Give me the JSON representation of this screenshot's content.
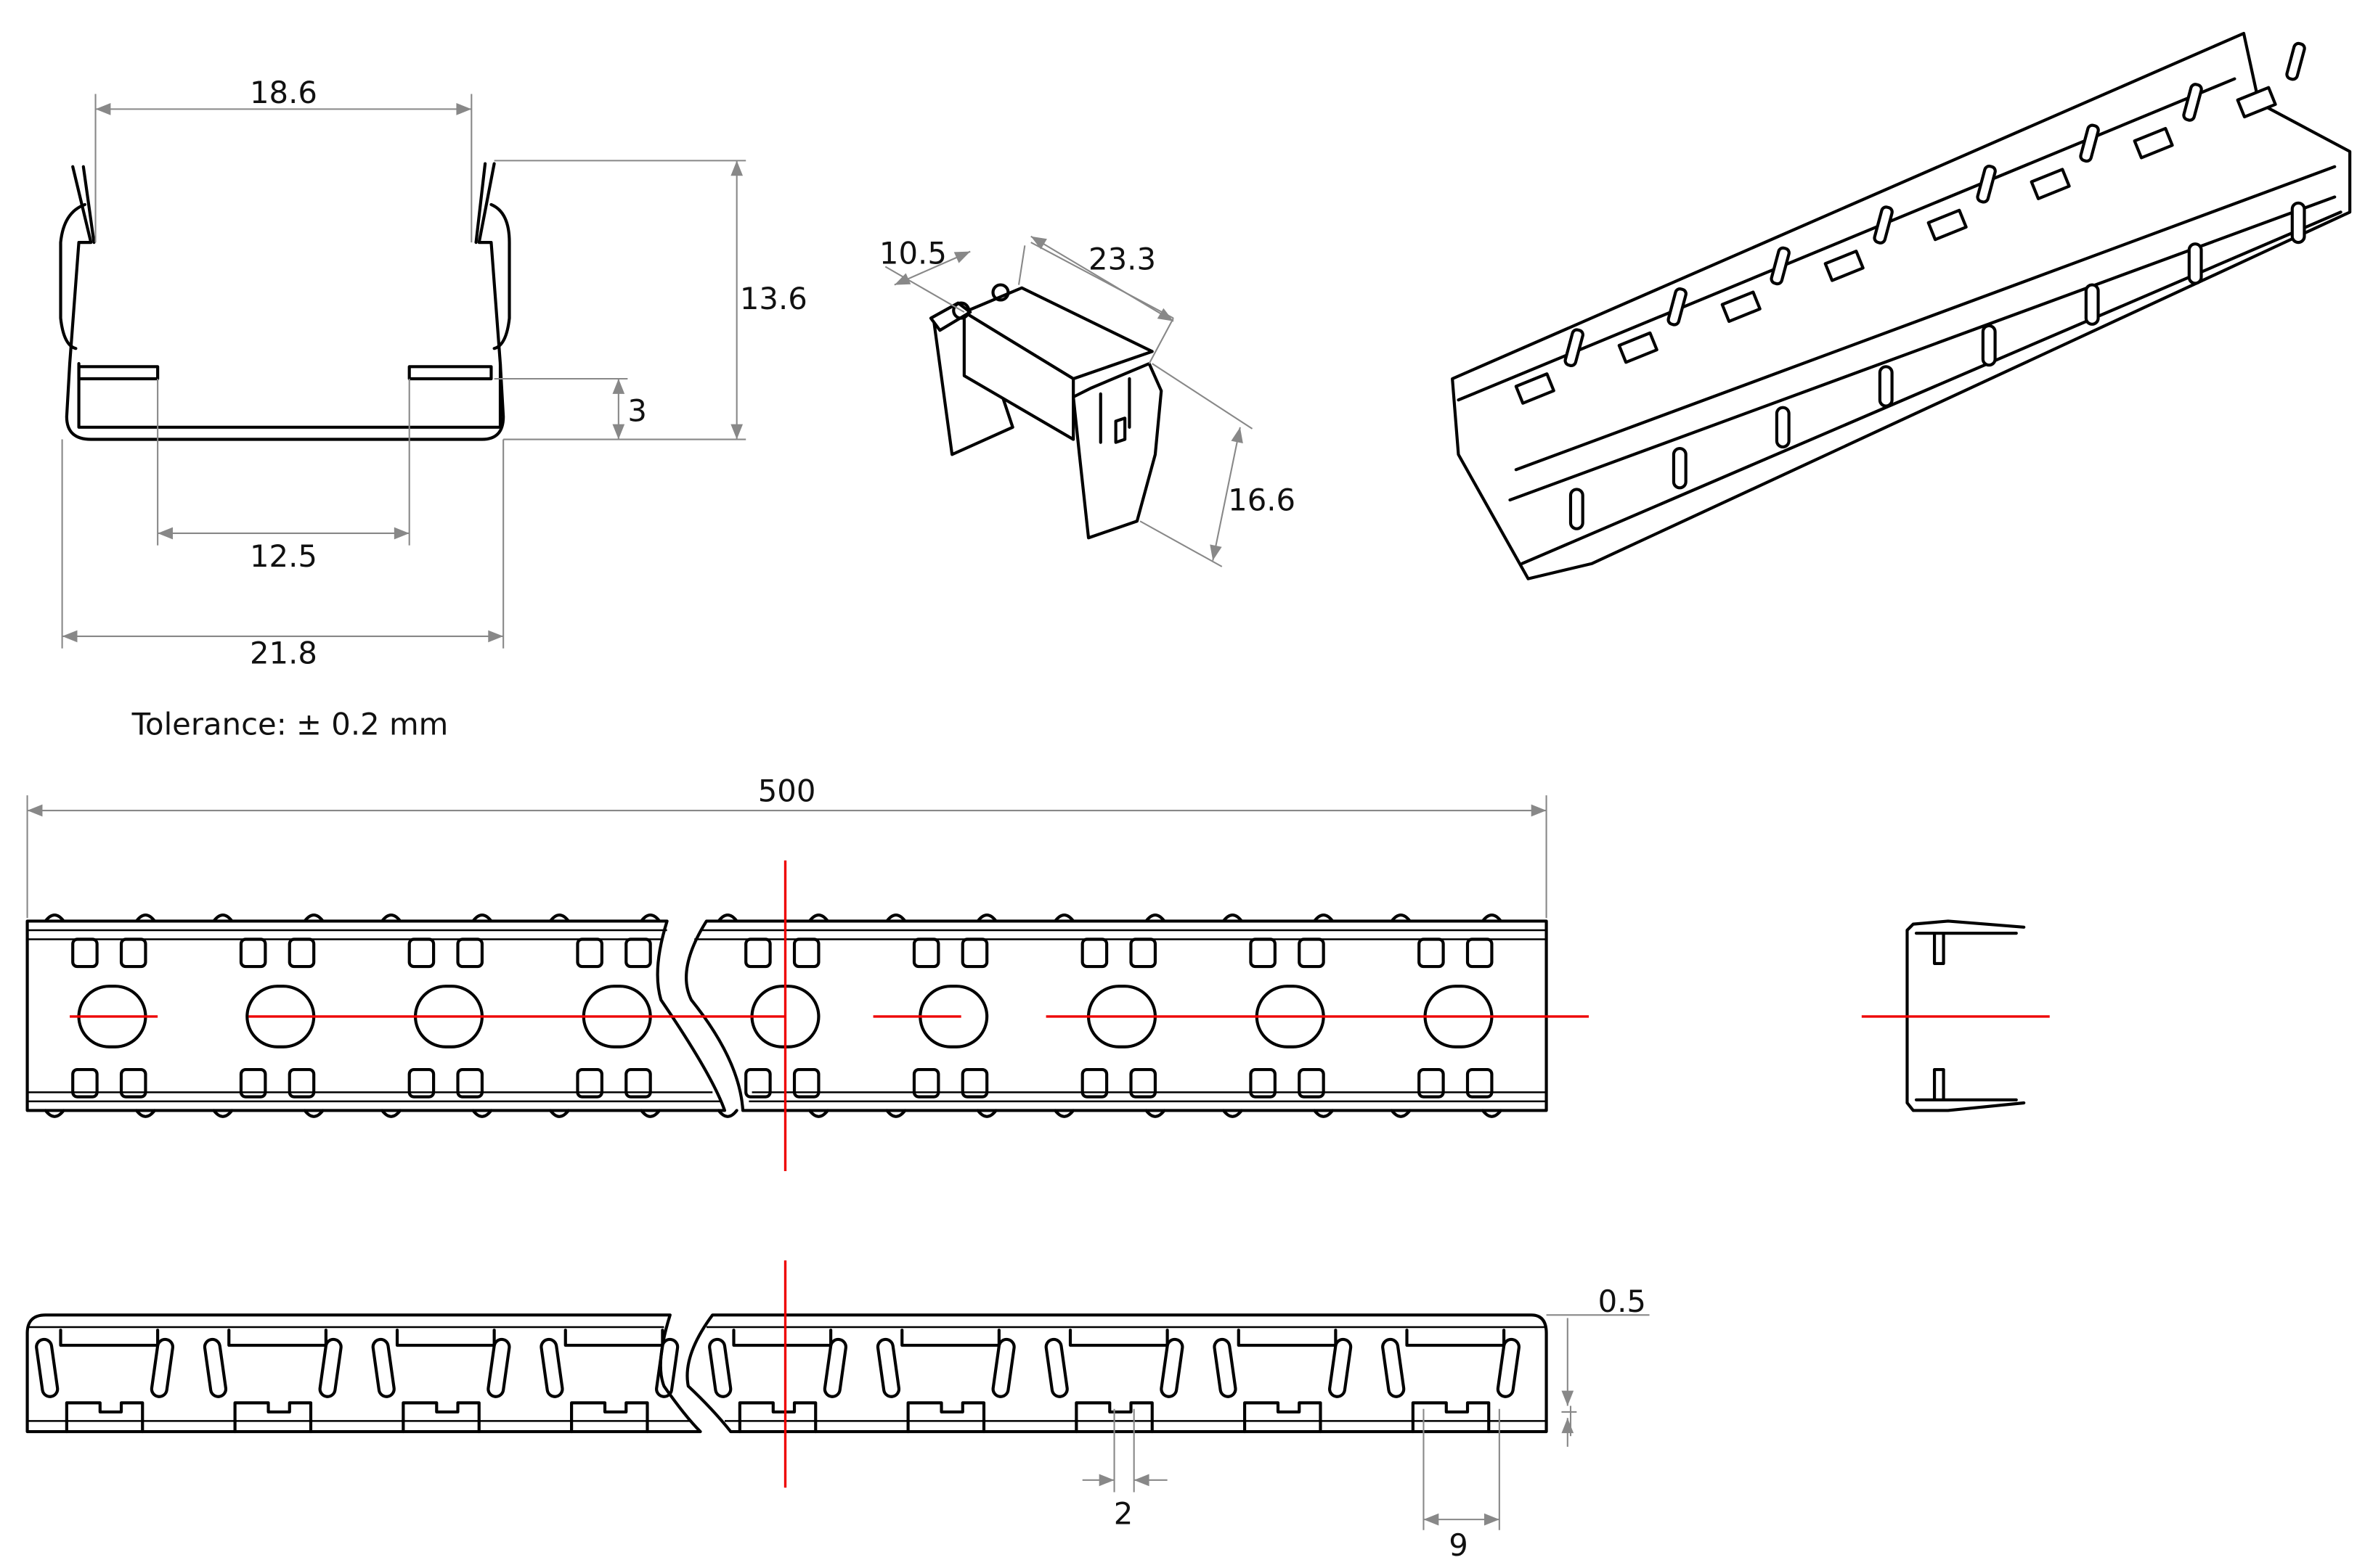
{
  "profile_view": {
    "dim_top_opening": "18.6",
    "dim_height": "13.6",
    "dim_lip": "3",
    "dim_inner_base": "12.5",
    "dim_overall_width": "21.8",
    "tolerance": "Tolerance: ± 0.2 mm"
  },
  "clip_view": {
    "dim_depth": "10.5",
    "dim_length": "23.3",
    "dim_height": "16.6"
  },
  "top_view": {
    "dim_length": "500"
  },
  "side_view": {
    "dim_thickness": "0.5",
    "dim_pin_gap": "2",
    "dim_pitch": "9"
  },
  "colors": {
    "centerline": "#e00000",
    "dimension": "#888888",
    "outline": "#000000"
  }
}
